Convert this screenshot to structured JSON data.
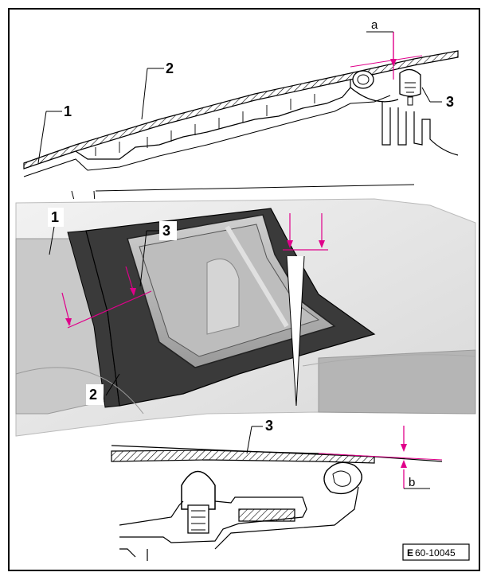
{
  "callouts": {
    "top_1": "1",
    "top_2": "2",
    "top_3": "3",
    "top_a": "a",
    "mid_1": "1",
    "mid_2": "2",
    "mid_3": "3",
    "bottom_3": "3",
    "bottom_b": "b"
  },
  "reference": {
    "prefix": "E",
    "code": "60-10045"
  },
  "colors": {
    "dimension": "#e0008a",
    "line": "#000000",
    "glass_dark": "#3a3a3a",
    "body_light": "#e6e6e6"
  }
}
